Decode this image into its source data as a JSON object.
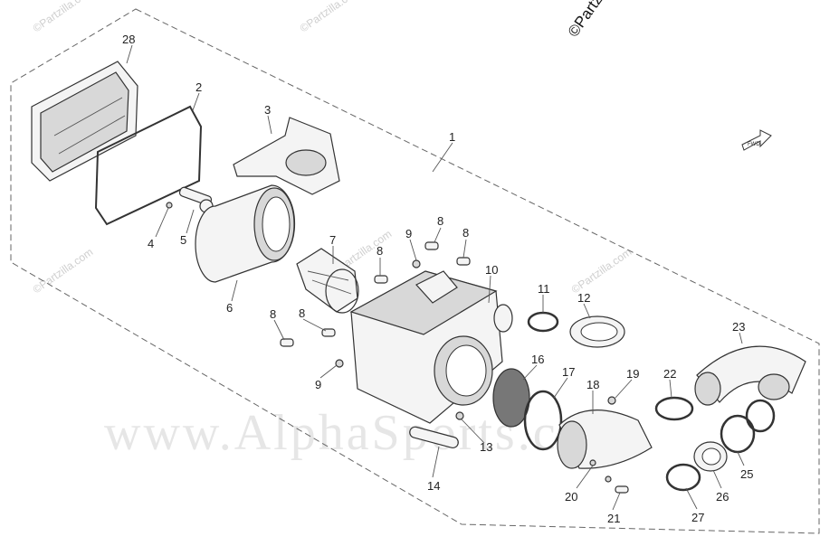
{
  "watermarks": {
    "patzilla": "©Partzilla.com",
    "brand_corner": "©Partzilla",
    "alpha": "www.AlphaSports.com"
  },
  "fwd_label": "FWD",
  "callouts": {
    "p1": "1",
    "p2": "2",
    "p3": "3",
    "p4": "4",
    "p5": "5",
    "p6": "6",
    "p7": "7",
    "p8a": "8",
    "p8b": "8",
    "p8c": "8",
    "p8d": "8",
    "p8e": "8",
    "p9a": "9",
    "p9b": "9",
    "p10": "10",
    "p11": "11",
    "p12": "12",
    "p13": "13",
    "p14": "14",
    "p16": "16",
    "p17": "17",
    "p18": "18",
    "p19": "19",
    "p20": "20",
    "p21": "21",
    "p22": "22",
    "p23": "23",
    "p25": "25",
    "p26": "26",
    "p27": "27",
    "p28": "28"
  }
}
